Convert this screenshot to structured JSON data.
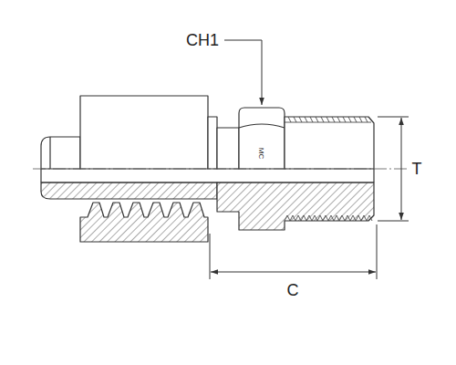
{
  "diagram": {
    "labels": [
      "CH1",
      "T",
      "C",
      "MC"
    ]
  }
}
